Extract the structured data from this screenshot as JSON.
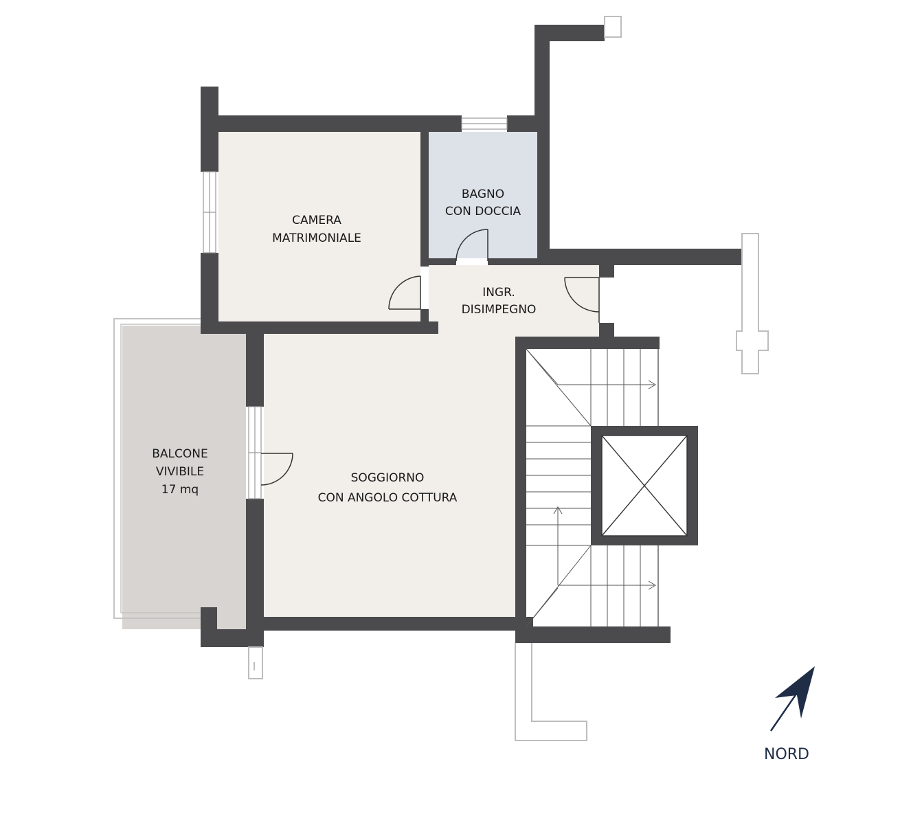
{
  "floorplan": {
    "colors": {
      "wall": "#4b4b4d",
      "floor": "#f2efea",
      "bathroom_floor": "#dde1e8",
      "balcony_floor": "#d7d4d1",
      "outline": "#bdbdbd",
      "compass": "#1f2d47"
    },
    "rooms": {
      "camera": {
        "line1": "CAMERA",
        "line2": "MATRIMONIALE"
      },
      "bagno": {
        "line1": "BAGNO",
        "line2": "CON DOCCIA"
      },
      "ingresso": {
        "line1": "INGR.",
        "line2": "DISIMPEGNO"
      },
      "soggiorno": {
        "line1": "SOGGIORNO",
        "line2": "CON ANGOLO COTTURA"
      },
      "balcone": {
        "line1": "BALCONE",
        "line2": "VIVIBILE",
        "line3": "17 mq"
      }
    },
    "compass": {
      "label": "NORD",
      "icon": "north-arrow-icon"
    }
  }
}
